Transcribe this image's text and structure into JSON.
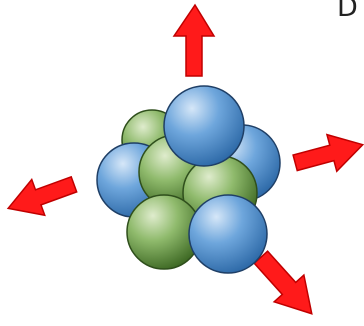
{
  "colors": {
    "arrow_fill": "#ff1a1a",
    "arrow_stroke": "#c00000",
    "proton_color": "#5b9bd5",
    "proton_stroke": "#1f4e79",
    "neutron_color": "#70ad47",
    "neutron_stroke": "#3a5e22",
    "background": "#ffffff"
  },
  "diagram": {
    "corner_text": "D",
    "particle_kinds": [
      "proton-blue",
      "neutron-green"
    ],
    "arrow_count": 4,
    "arrow_directions": [
      "up",
      "right",
      "left",
      "down-right"
    ]
  }
}
